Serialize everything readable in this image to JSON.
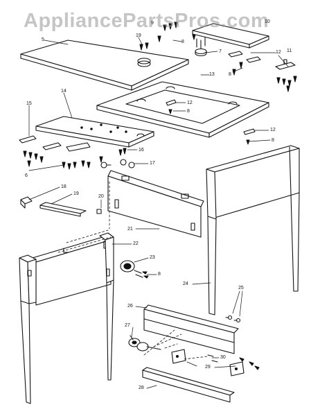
{
  "watermark": "AppliancePartsPros.com",
  "callouts": {
    "c5": "5",
    "c6": "6",
    "c7": "7",
    "c8": "8",
    "c9": "9",
    "c10": "10",
    "c11": "11",
    "c12": "12",
    "c13": "13",
    "c14": "14",
    "c15": "15",
    "c16": "16",
    "c17": "17",
    "c18": "18",
    "c19": "19",
    "c20": "20",
    "c21": "21",
    "c22": "22",
    "c23": "23",
    "c24": "24",
    "c25": "25",
    "c26": "26",
    "c27": "27",
    "c28": "28",
    "c29": "29",
    "c30": "30"
  },
  "colors": {
    "ink": "#111111",
    "watermark": "#969696"
  }
}
